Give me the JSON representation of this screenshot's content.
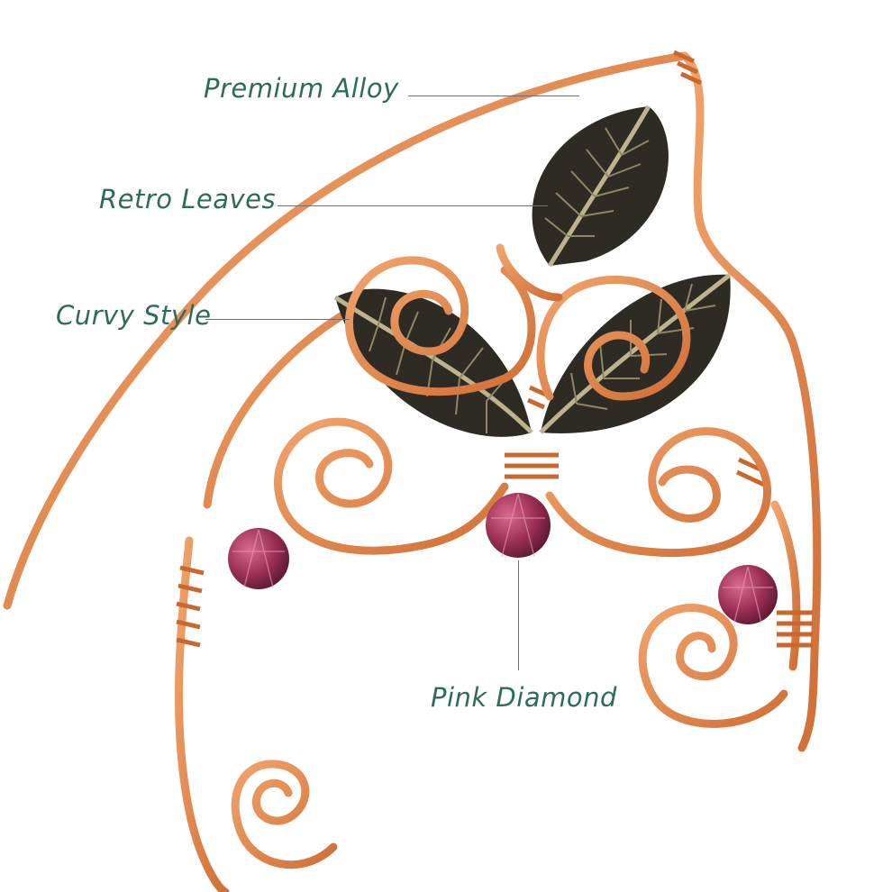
{
  "callouts": {
    "premium_alloy": "Premium Alloy",
    "retro_leaves": "Retro Leaves",
    "curvy_style": "Curvy Style",
    "pink_diamond": "Pink Diamond"
  },
  "colors": {
    "label_text": "#2e6b5b",
    "leader_line": "#6f6f6f",
    "copper_wire": "#e0824a",
    "copper_dark": "#b85d2a",
    "leaf_metal": "#2e2a24",
    "leaf_vein": "#bdb38f",
    "bead": "#9a2f54",
    "background": "#ffffff"
  },
  "image": {
    "subject": "copper-wire elf ear cuff with antique-silver leaves and pink crystal beads"
  }
}
